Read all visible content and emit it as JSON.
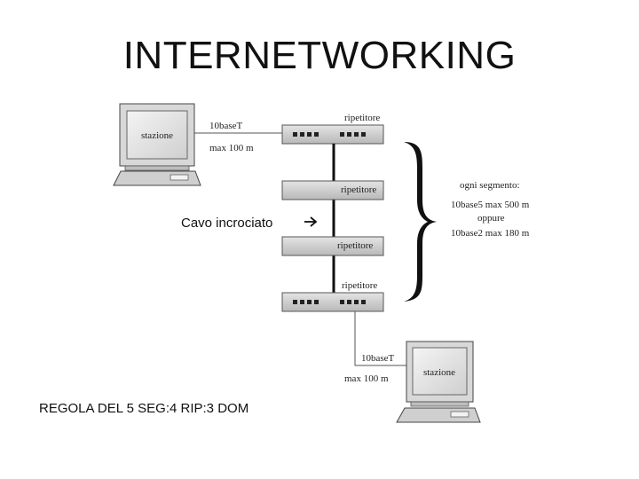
{
  "slide": {
    "title": "INTERNETWORKING",
    "rule_text": "REGOLA DEL 5 SEG:4 RIP:3 DOM"
  },
  "diagram": {
    "station_top": {
      "label": "stazione"
    },
    "station_bottom": {
      "label": "stazione"
    },
    "link_top": {
      "type": "10baseT",
      "max": "max 100 m"
    },
    "link_bottom": {
      "type": "10baseT",
      "max": "max 100 m"
    },
    "repeaters": [
      "ripetitore",
      "ripetitore",
      "ripetitore",
      "ripetitore"
    ],
    "crossover_label": "Cavo incrociato",
    "segment_note": {
      "heading": "ogni segmento:",
      "line1": "10base5 max 500 m",
      "line2": "oppure",
      "line3": "10base2 max 180 m"
    }
  }
}
